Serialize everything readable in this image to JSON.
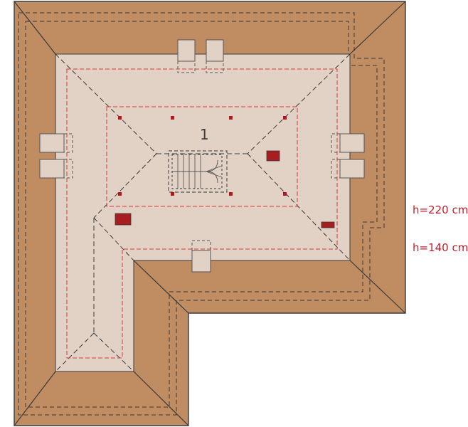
{
  "room": {
    "number": "1"
  },
  "legend": {
    "high": "h=220 cm",
    "low": "h=140 cm"
  },
  "colors": {
    "roof": "#c08c62",
    "floor": "#e2d2c6",
    "outline": "#3a3a3a",
    "height_line": "#d83a3a",
    "chimney": "#a71d20",
    "background": "#ffffff"
  }
}
